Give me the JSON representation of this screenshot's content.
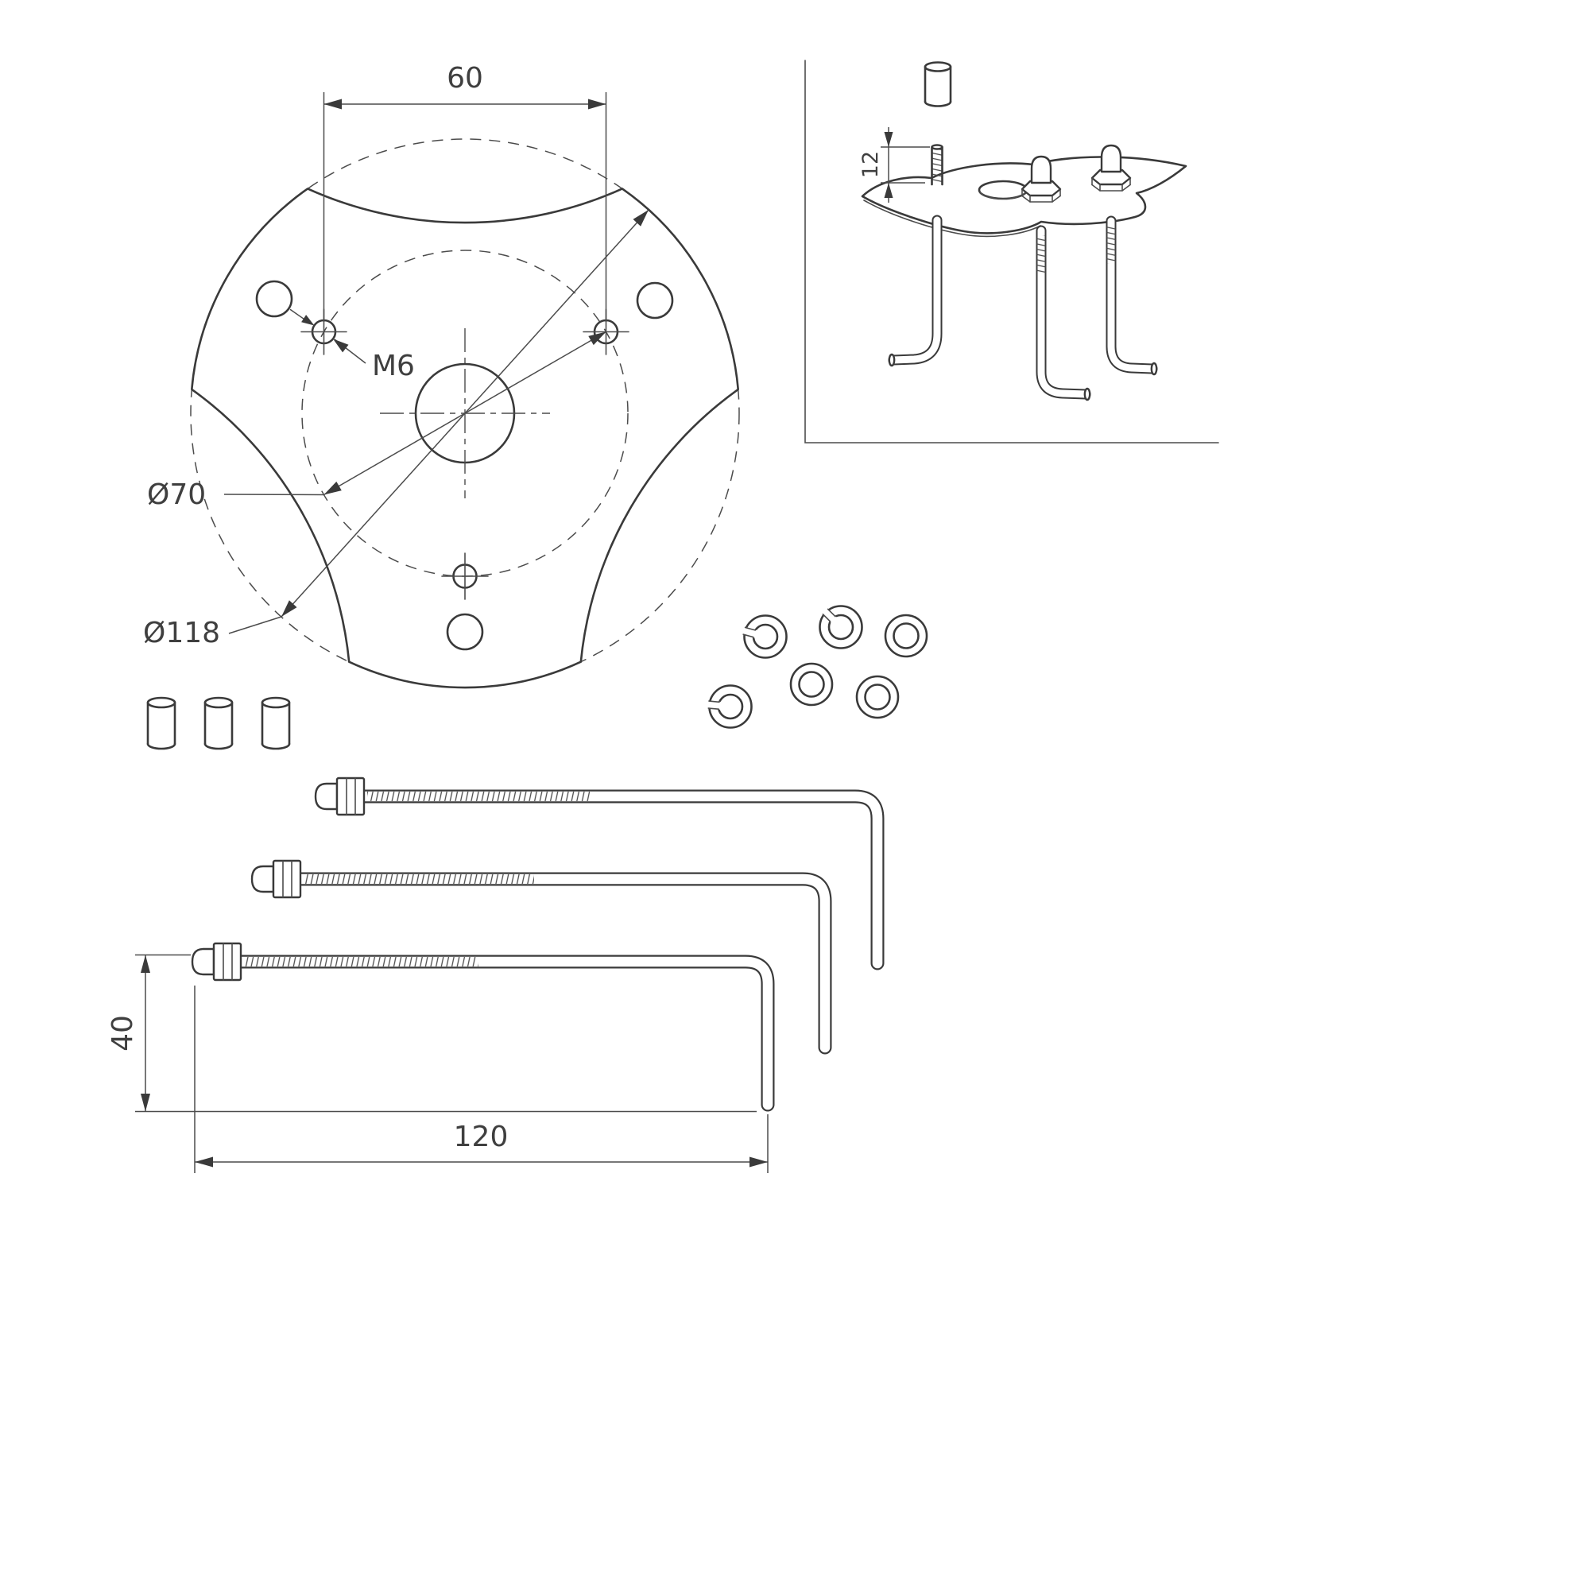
{
  "labels": {
    "dim_60": "60",
    "m6": "M6",
    "dia_70": "Ø70",
    "dia_118": "Ø118",
    "dim_12": "12",
    "dim_40": "40",
    "dim_120": "120"
  }
}
